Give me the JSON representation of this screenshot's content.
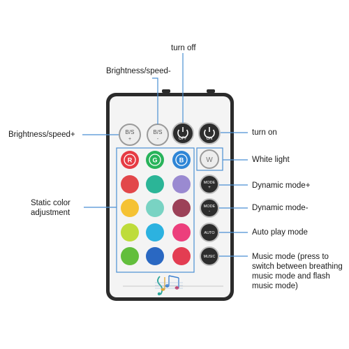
{
  "colors": {
    "body": "#f4f4f4",
    "frame": "#2b2b2b",
    "callout": "#4a8fd3",
    "key_face": "#ededed",
    "key_ring": "#9a9a9a",
    "dark_key": "#2d2d2d",
    "red": "#e63b43",
    "green": "#28b35a",
    "blue": "#2f86d6"
  },
  "labels": {
    "turn_off": "turn off",
    "brightness_minus": "Brightness/speed-",
    "brightness_plus": "Brightness/speed+",
    "turn_on": "turn on",
    "white_light": "White light",
    "static_color": "Static color adjustment",
    "dynamic_plus": "Dynamic mode+",
    "dynamic_minus": "Dynamic mode-",
    "auto_play": "Auto play mode",
    "music_mode": "Music mode (press to switch between breathing music mode and flash music mode)"
  },
  "keys": {
    "bs_plus_top": "B/S",
    "bs_plus_sign": "+",
    "bs_minus_top": "B/S",
    "bs_minus_sign": "-",
    "off": "OFF",
    "on": "ON",
    "r": "R",
    "g": "G",
    "b": "B",
    "w": "W",
    "mode_plus_top": "MODE",
    "mode_plus_sign": "+",
    "mode_minus_top": "MODE",
    "mode_minus_sign": "-",
    "auto": "AUTO",
    "music": "MUSIC"
  },
  "color_grid": [
    [
      "#e2474a",
      "#2bb597",
      "#9a8ad1"
    ],
    [
      "#f5c233",
      "#79d3c3",
      "#9c4158"
    ],
    [
      "#bedc3b",
      "#2cb2e0",
      "#ec3f7c"
    ],
    [
      "#62be3c",
      "#2a68c2",
      "#e33d52"
    ]
  ]
}
